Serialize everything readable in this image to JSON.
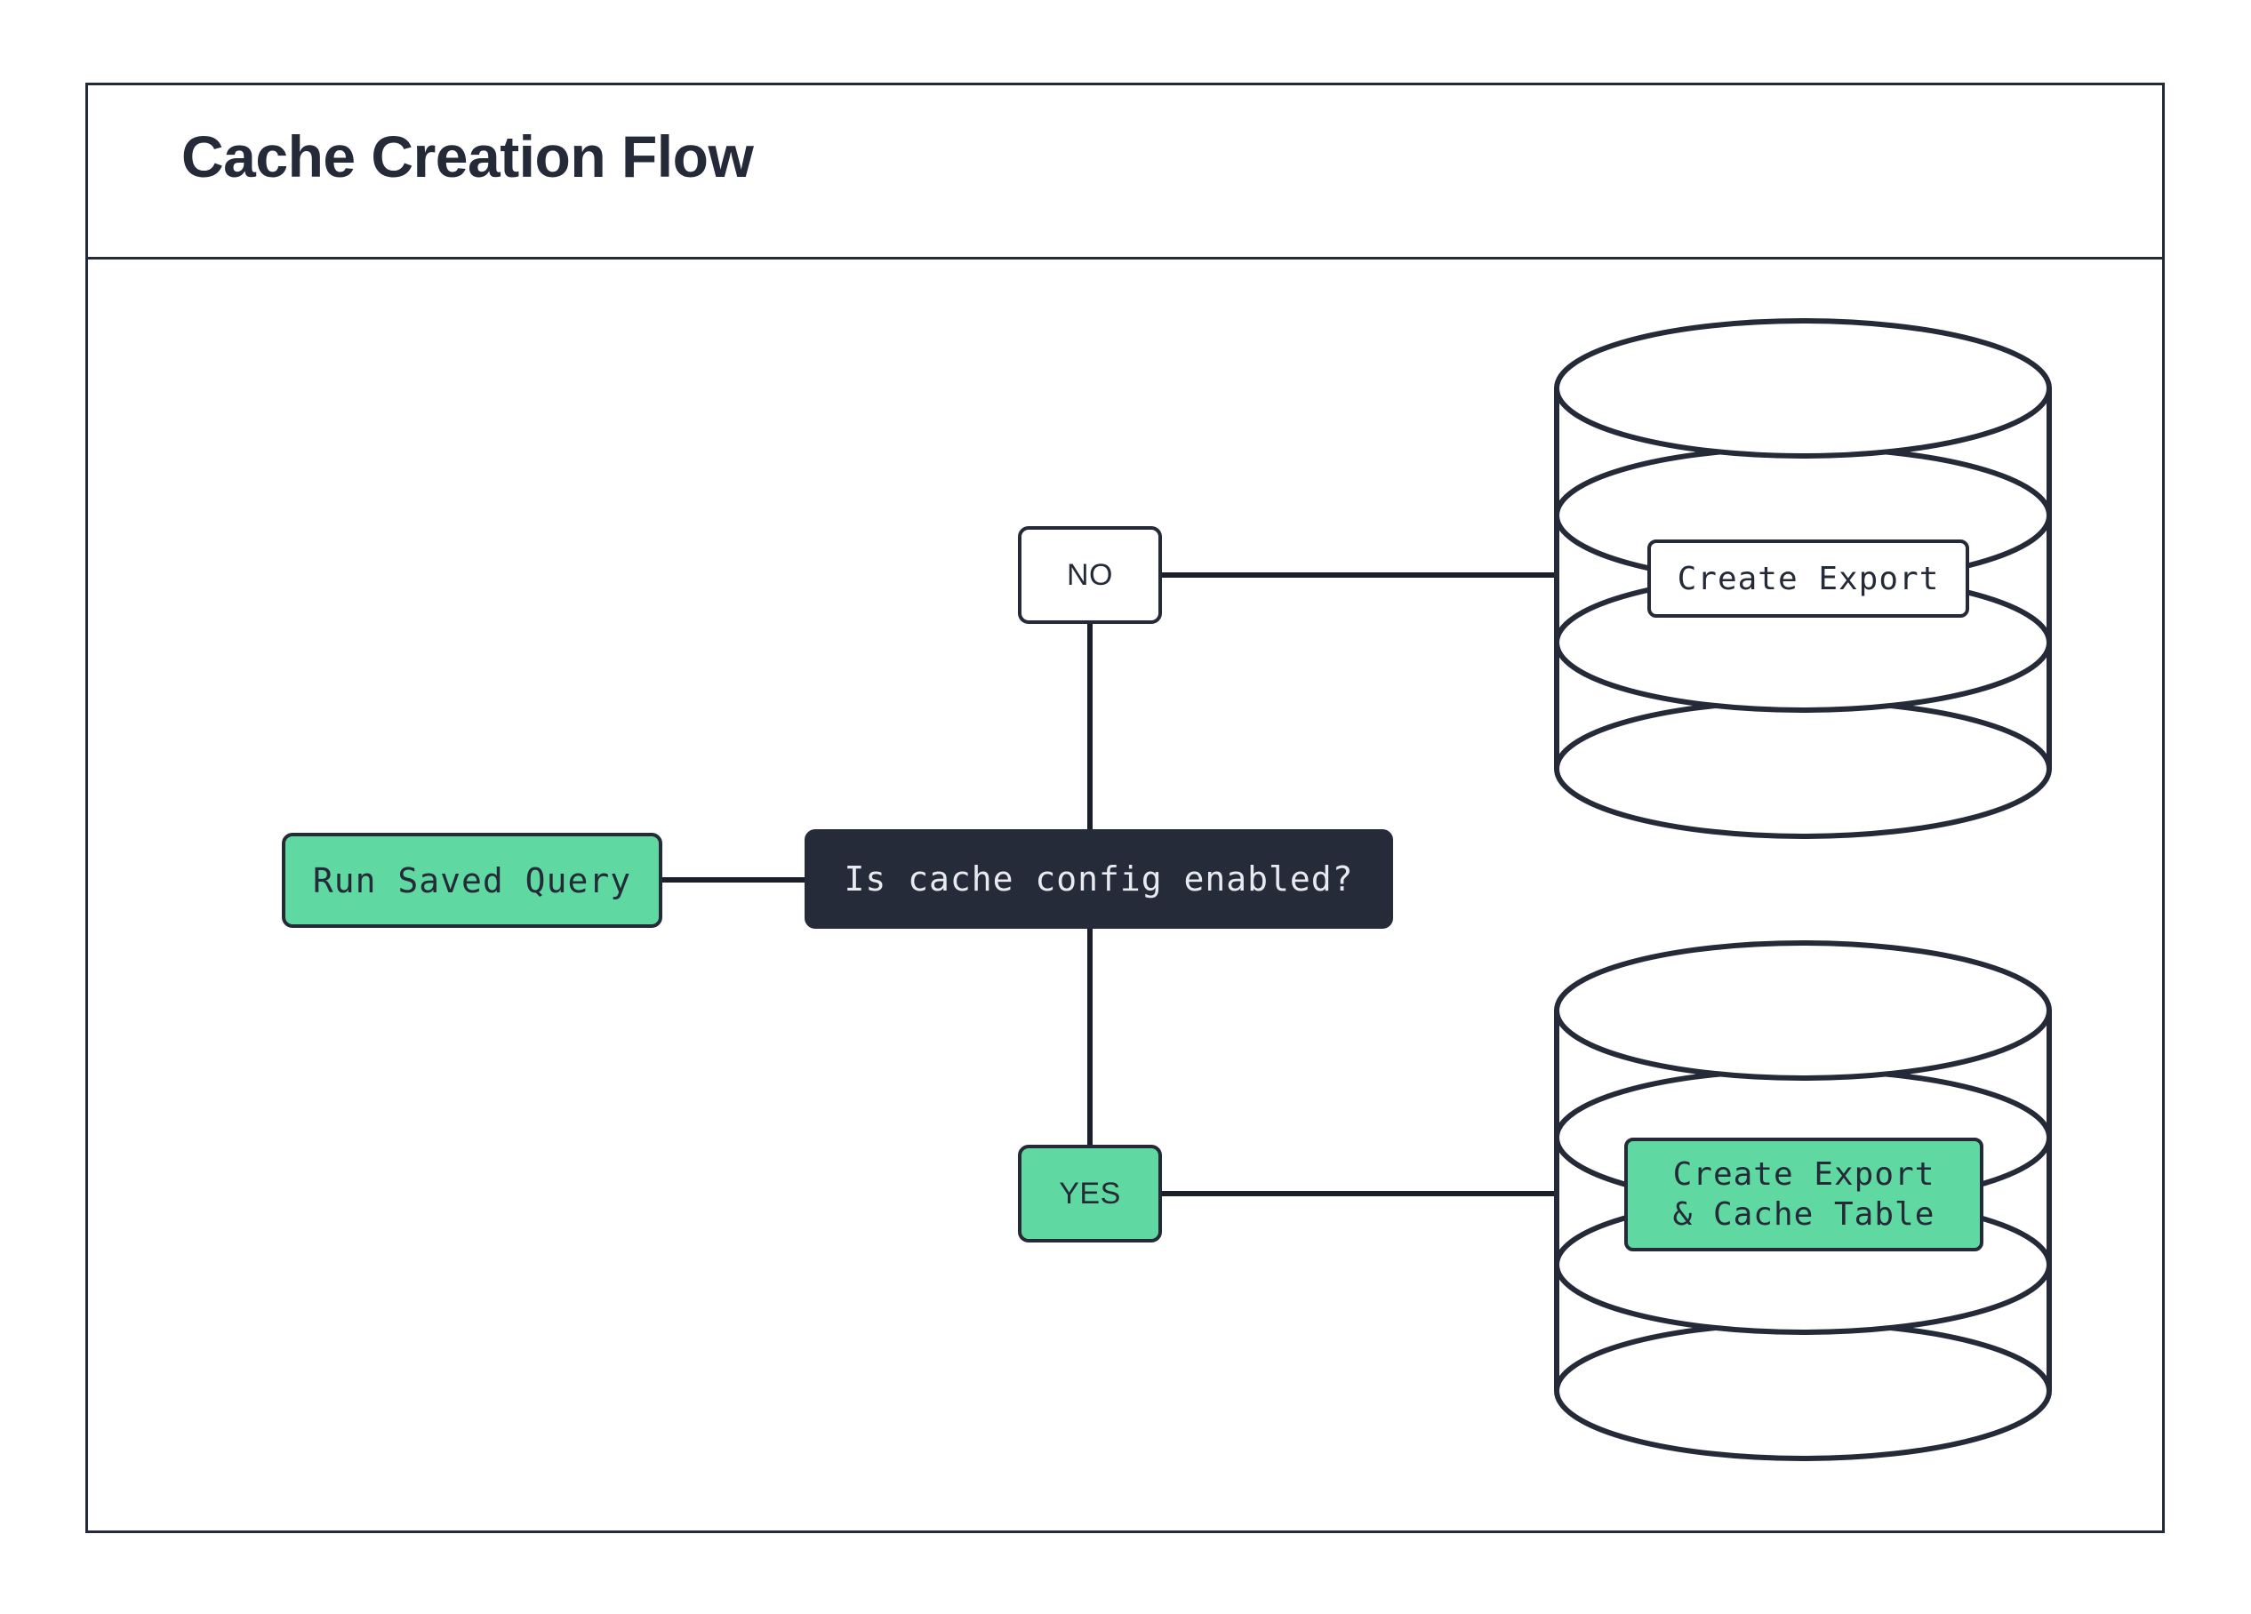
{
  "diagram": {
    "title": "Cache Creation Flow",
    "type": "flowchart",
    "colors": {
      "ink": "#252a38",
      "dark_fill": "#262b3a",
      "dark_text": "#e8eaf0",
      "green_fill": "#5fd9a1",
      "white_fill": "#ffffff",
      "background": "#ffffff"
    },
    "nodes": [
      {
        "id": "run-saved-query",
        "label": "Run Saved Query",
        "shape": "rounded-rect",
        "style": "green"
      },
      {
        "id": "decision",
        "label": "Is cache config enabled?",
        "shape": "rounded-rect",
        "style": "dark"
      },
      {
        "id": "branch-no",
        "label": "NO",
        "shape": "rounded-rect",
        "style": "white"
      },
      {
        "id": "branch-yes",
        "label": "YES",
        "shape": "rounded-rect",
        "style": "green"
      },
      {
        "id": "db-export",
        "label": "Create Export",
        "shape": "database-cylinder",
        "style": "white"
      },
      {
        "id": "db-cache",
        "label_line1": "Create Export",
        "label_line2": "& Cache Table",
        "shape": "database-cylinder",
        "style": "green"
      }
    ],
    "edges": [
      {
        "from": "run-saved-query",
        "to": "decision",
        "label": ""
      },
      {
        "from": "decision",
        "to": "branch-no",
        "label": ""
      },
      {
        "from": "decision",
        "to": "branch-yes",
        "label": ""
      },
      {
        "from": "branch-no",
        "to": "db-export",
        "label": ""
      },
      {
        "from": "branch-yes",
        "to": "db-cache",
        "label": ""
      }
    ]
  }
}
